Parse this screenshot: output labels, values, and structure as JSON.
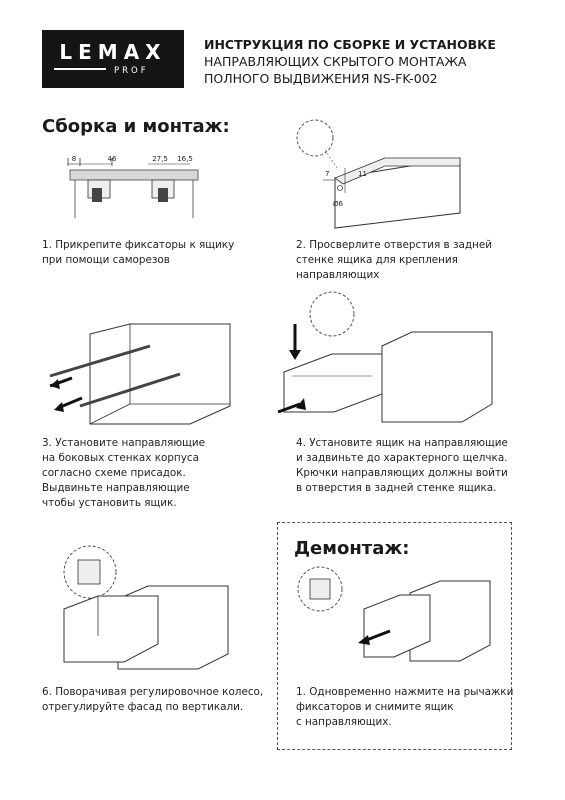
{
  "logo": {
    "brand": "LEMAX",
    "sub": "PROF"
  },
  "header": {
    "title_line1": "ИНСТРУКЦИЯ ПО СБОРКЕ И УСТАНОВКЕ",
    "title_line2": "НАПРАВЛЯЮЩИХ СКРЫТОГО МОНТАЖА",
    "title_line3": "ПОЛНОГО ВЫДВИЖЕНИЯ NS-FK-002"
  },
  "sections": {
    "assembly": "Сборка и монтаж:",
    "disassembly": "Демонтаж:"
  },
  "dimensions": {
    "d8": "8",
    "d46": "46",
    "d27_5": "27,5",
    "d16_5": "16,5",
    "d7": "7",
    "d11": "11",
    "d6": "Ø6"
  },
  "steps": {
    "s1": [
      "1. Прикрепите фиксаторы к ящику",
      "при помощи саморезов"
    ],
    "s2": [
      "2. Просверлите отверстия в задней",
      "стенке ящика для крепления",
      "направляющих"
    ],
    "s3": [
      "3. Установите направляющие",
      "на боковых стенках корпуса",
      "согласно схеме присадок.",
      "Выдвиньте направляющие",
      "чтобы установить ящик."
    ],
    "s4": [
      "4. Установите ящик на направляющие",
      "и задвиньте до характерного щелчка.",
      "Крючки направляющих должны войти",
      "в отверстия в задней стенке ящика."
    ],
    "s6": [
      "6. Поворачивая регулировочное колесо,",
      "отрегулируйте фасад по вертикали."
    ],
    "d1": [
      "1. Одновременно нажмите на рычажки",
      "фиксаторов и снимите ящик",
      "с направляющих."
    ]
  }
}
